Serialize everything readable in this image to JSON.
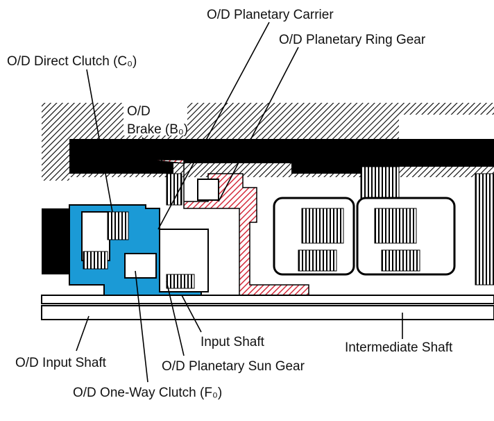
{
  "labels": {
    "planetary_carrier": "O/D Planetary Carrier",
    "planetary_ring_gear": "O/D Planetary Ring Gear",
    "direct_clutch": "O/D Direct Clutch (C₀)",
    "brake_line1": "O/D",
    "brake_line2": "Brake (B₀)",
    "input_shaft": "Input Shaft",
    "intermediate_shaft": "Intermediate Shaft",
    "od_input_shaft": "O/D Input Shaft",
    "planetary_sun_gear": "O/D Planetary Sun Gear",
    "one_way_clutch": "O/D One-Way Clutch (F₀)"
  },
  "colors": {
    "direct_clutch_highlight": "#1b9ad6",
    "planetary_highlight": "#d42a3a",
    "housing": "#000000"
  }
}
